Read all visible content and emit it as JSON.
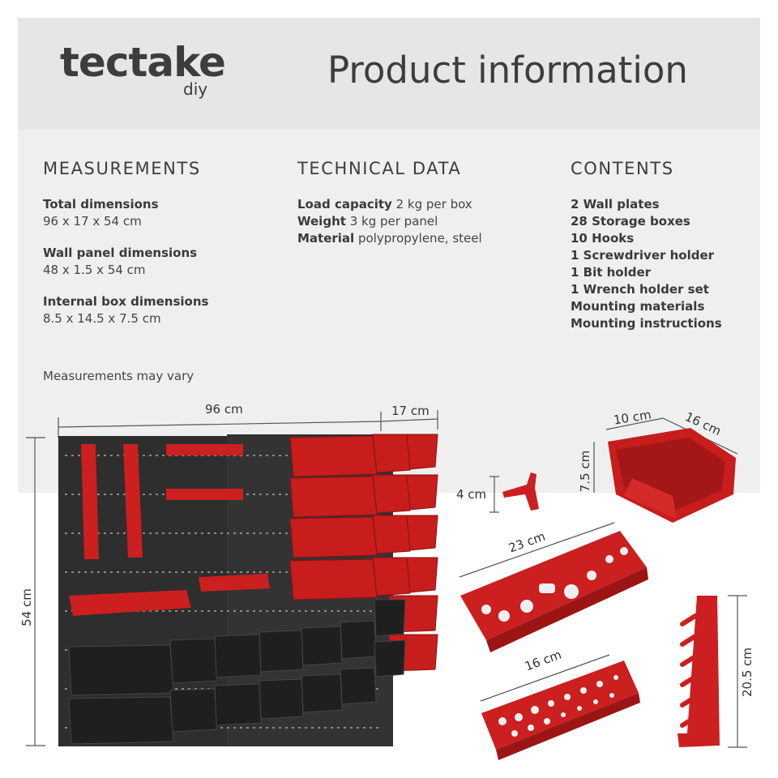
{
  "brand": {
    "logo": "tectake",
    "sub": "diy"
  },
  "title": "Product information",
  "measurements": {
    "heading": "MEASUREMENTS",
    "items": [
      {
        "label": "Total dimensions",
        "value": "96 x 17 x 54 cm"
      },
      {
        "label": "Wall panel dimensions",
        "value": "48 x 1.5 x 54 cm"
      },
      {
        "label": "Internal box dimensions",
        "value": "8.5 x 14.5 x 7.5 cm"
      }
    ],
    "note": "Measurements may vary"
  },
  "technical": {
    "heading": "TECHNICAL DATA",
    "rows": [
      {
        "label": "Load capacity",
        "value": "2 kg per box"
      },
      {
        "label": "Weight",
        "value": "3 kg per panel"
      },
      {
        "label": "Material",
        "value": "polypropylene, steel"
      }
    ]
  },
  "contents": {
    "heading": "CONTENTS",
    "items": [
      "2 Wall plates",
      "28 Storage boxes",
      "10 Hooks",
      "1 Screwdriver holder",
      "1 Bit holder",
      "1 Wrench holder set",
      "Mounting materials",
      "Mounting instructions"
    ]
  },
  "dimensions": {
    "width": "96 cm",
    "depth": "17 cm",
    "height": "54 cm",
    "hook": "4 cm",
    "box_w": "10 cm",
    "box_l": "16 cm",
    "box_h": "7.5 cm",
    "tool_holder": "23 cm",
    "bit_holder": "16 cm",
    "wrench_holder": "20.5 cm"
  },
  "colors": {
    "red": "#cc1f1f",
    "dark": "#2b2b2b",
    "panel": "#efefef"
  }
}
